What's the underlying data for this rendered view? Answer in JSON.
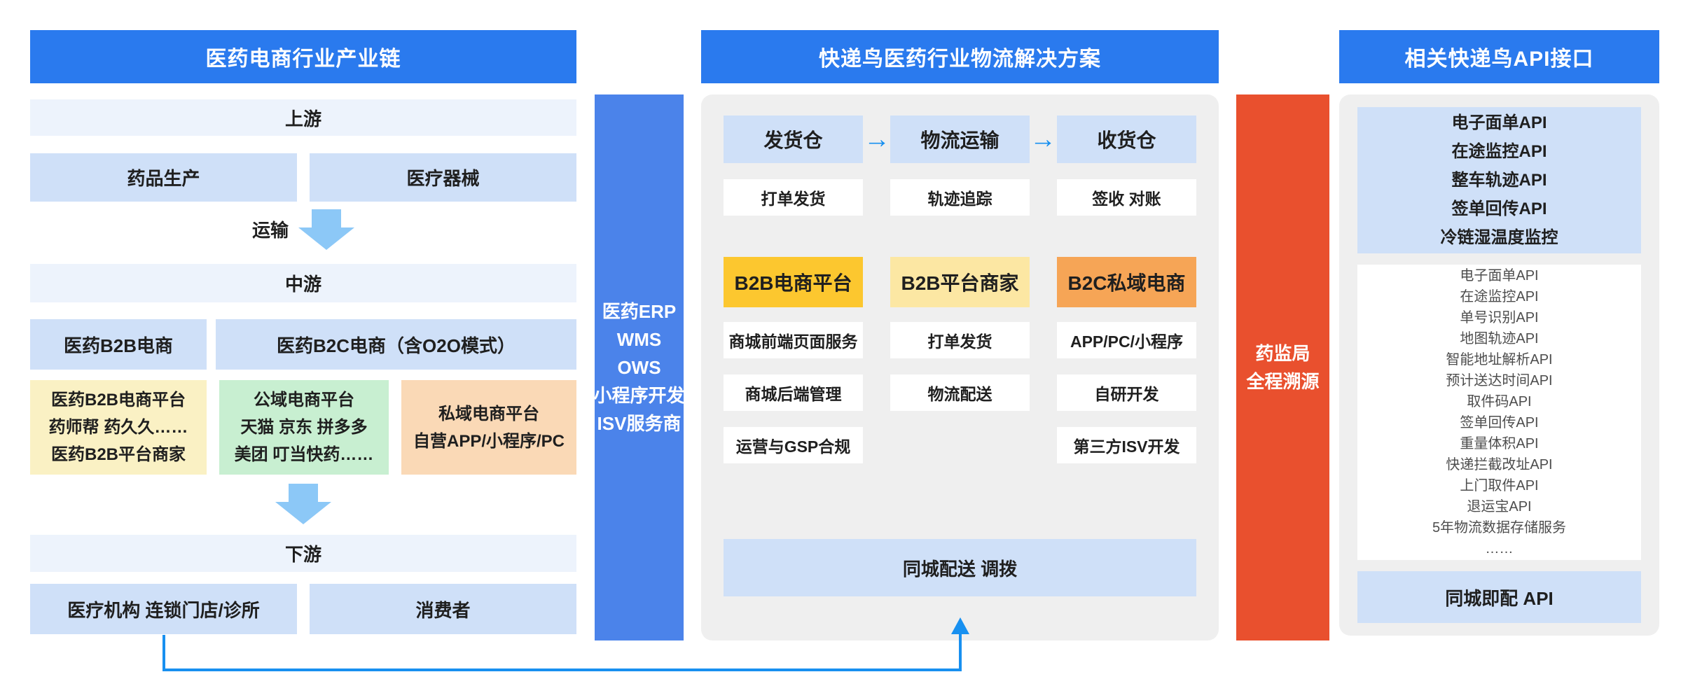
{
  "colors": {
    "header_blue": "#2a7aee",
    "panel_gray": "#efefef",
    "box_light_blue": "#cfe0f8",
    "row_pale_blue": "#edf3fc",
    "bar_blue": "#4b83ea",
    "bar_red": "#e9502e",
    "channel_gold": "#fcc72f",
    "channel_pale_yellow": "#fce7a3",
    "channel_orange": "#f6a556",
    "left_yellow": "#faf1c4",
    "left_green": "#c8efd1",
    "left_orange": "#fad9b6",
    "block_arrow_blue": "#8cc8f7",
    "line_arrow_blue": "#1890f0"
  },
  "left": {
    "title": "医药电商行业产业链",
    "upstream_label": "上游",
    "upstream_items": [
      "药品生产",
      "医疗器械"
    ],
    "transport_label": "运输",
    "midstream_label": "中游",
    "midstream_items": [
      "医药B2B电商",
      "医药B2C电商（含O2O模式）"
    ],
    "platform_boxes": [
      {
        "lines": [
          "医药B2B电商平台",
          "药师帮 药久久……",
          "医药B2B平台商家"
        ]
      },
      {
        "lines": [
          "公域电商平台",
          "天猫 京东 拼多多",
          "美团 叮当快药……"
        ]
      },
      {
        "lines": [
          "私域电商平台",
          "自营APP/小程序/PC"
        ]
      }
    ],
    "downstream_label": "下游",
    "downstream_items": [
      "医疗机构 连锁门店/诊所",
      "消费者"
    ]
  },
  "erp_bar": {
    "lines": [
      "医药ERP",
      "WMS",
      "OWS",
      "小程序开发",
      "ISV服务商"
    ]
  },
  "middle": {
    "title": "快递鸟医药行业物流解决方案",
    "flow": [
      "发货仓",
      "物流运输",
      "收货仓"
    ],
    "flow_arrow_glyph": "→",
    "flow_sub": [
      "打单发货",
      "轨迹追踪",
      "签收 对账"
    ],
    "channel_headers": [
      "B2B电商平台",
      "B2B平台商家",
      "B2C私域电商"
    ],
    "channel_columns": [
      [
        "商城前端页面服务",
        "商城后端管理",
        "运营与GSP合规"
      ],
      [
        "打单发货",
        "物流配送"
      ],
      [
        "APP/PC/小程序",
        "自研开发",
        "第三方ISV开发"
      ]
    ],
    "bottom_label": "同城配送 调拨"
  },
  "regulator_bar": {
    "lines": [
      "药监局",
      "全程溯源"
    ]
  },
  "right": {
    "title": "相关快递鸟API接口",
    "featured_apis": [
      "电子面单API",
      "在途监控API",
      "整车轨迹API",
      "签单回传API",
      "冷链湿温度监控"
    ],
    "api_list": [
      "电子面单API",
      "在途监控API",
      "单号识别API",
      "地图轨迹API",
      "智能地址解析API",
      "预计送达时间API",
      "取件码API",
      "签单回传API",
      "重量体积API",
      "快递拦截改址API",
      "上门取件API",
      "退运宝API",
      "5年物流数据存储服务",
      "……"
    ],
    "bottom_label": "同城即配 API"
  }
}
